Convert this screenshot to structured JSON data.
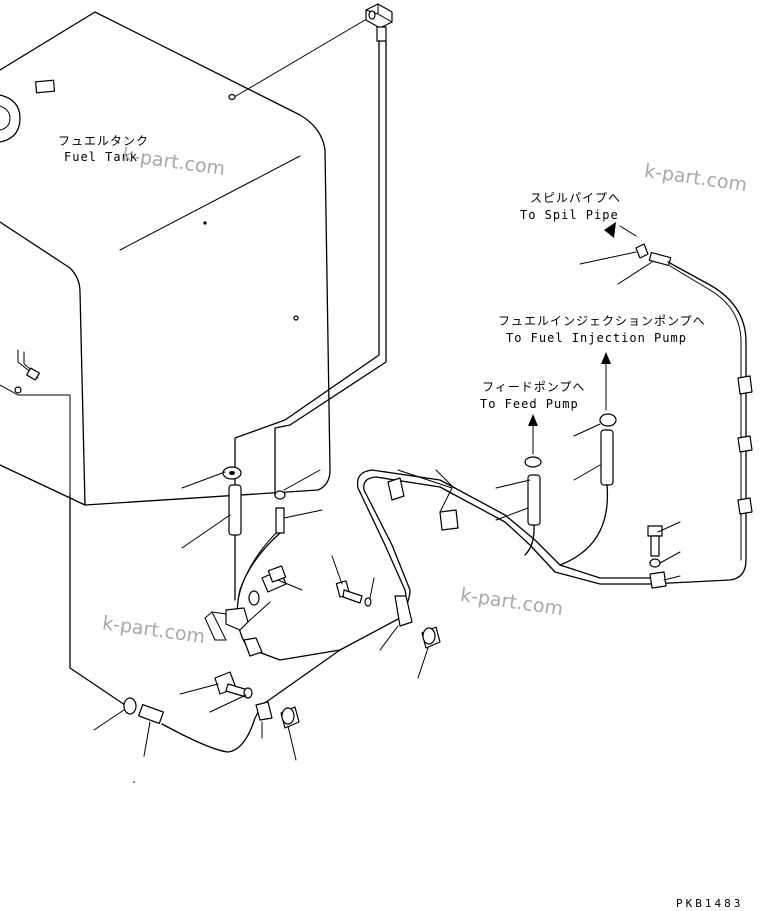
{
  "labels": {
    "fuel_tank_jp": "フュエルタンク",
    "fuel_tank_en": "Fuel Tank",
    "spill_pipe_jp": "スピルパイプへ",
    "spill_pipe_en": "To Spil Pipe",
    "injection_pump_jp": "フュエルインジェクションポンプへ",
    "injection_pump_en": "To Fuel Injection Pump",
    "feed_pump_jp": "フィードポンプへ",
    "feed_pump_en": "To Feed Pump"
  },
  "watermark": "k-part.com",
  "drawing_code": "PKB1483"
}
